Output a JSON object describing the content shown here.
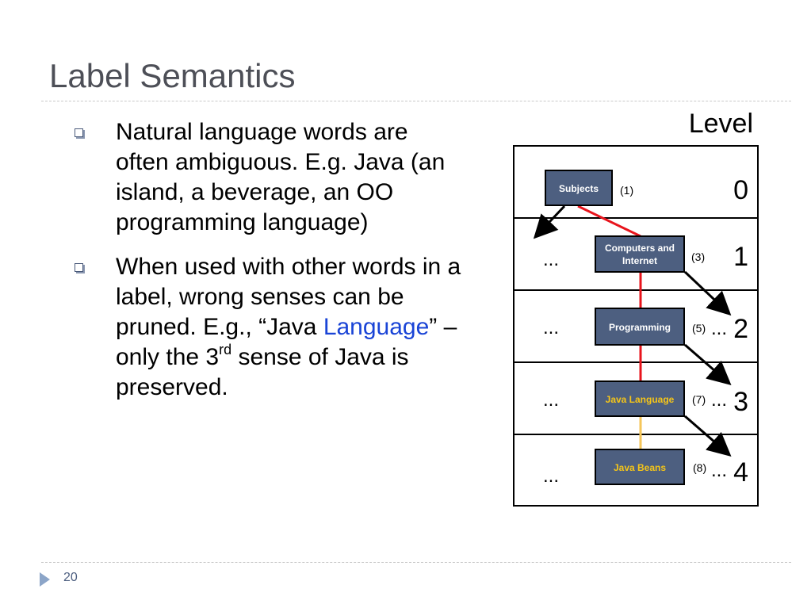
{
  "slide": {
    "title": "Label Semantics",
    "page_number": "20"
  },
  "bullets": [
    {
      "text": "Natural language words are often ambiguous. E.g. Java (an island, a beverage, an OO programming language)"
    },
    {
      "text_before": "When used with other words in a label, wrong senses can be pruned. E.g., “Java ",
      "highlight": "Language",
      "text_middle": "” – only the 3",
      "sup": "rd",
      "text_after": " sense of Java is preserved."
    }
  ],
  "diagram": {
    "level_header": "Level",
    "nodes": [
      {
        "label_lines": [
          "Subjects"
        ],
        "count": "(1)",
        "text_color": "#ffffff"
      },
      {
        "label_lines": [
          "Computers and",
          "Internet"
        ],
        "count": "(3)",
        "text_color": "#ffffff"
      },
      {
        "label_lines": [
          "Programming"
        ],
        "count": "(5)",
        "text_color": "#ffffff"
      },
      {
        "label_lines": [
          "Java Language"
        ],
        "count": "(7)",
        "text_color": "#f5c518"
      },
      {
        "label_lines": [
          "Java Beans"
        ],
        "count": "(8)",
        "text_color": "#f5c518"
      }
    ],
    "levels": [
      "0",
      "1",
      "2",
      "3",
      "4"
    ],
    "ellipsis": "...",
    "colors": {
      "node_fill": "#4d5f80",
      "path_red": "#e8141c",
      "path_yellow": "#f5c65a",
      "arrow": "#000000"
    }
  }
}
